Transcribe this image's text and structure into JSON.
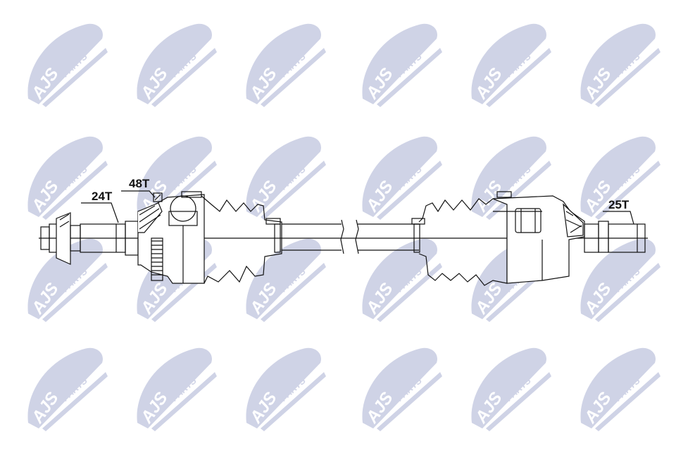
{
  "watermark": {
    "brand": "AJS",
    "suffix": "PARTS",
    "color": "#cfd3e6"
  },
  "labels": {
    "inner_spline": "24T",
    "abs_ring": "48T",
    "outer_spline": "25T"
  },
  "line_color": "#111111"
}
